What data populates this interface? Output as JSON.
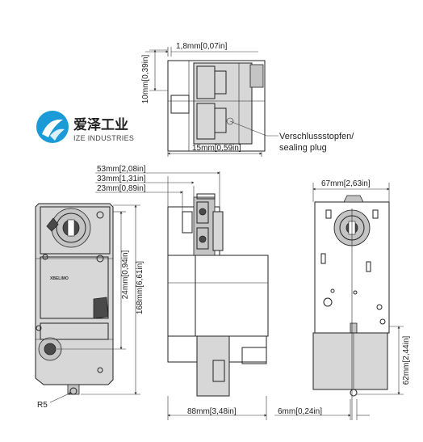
{
  "logo": {
    "cn": "爱泽工业",
    "en": "IZE INDUSTRIES",
    "accent": "#1a9ad6"
  },
  "product": {
    "brand": "XBELIMO"
  },
  "dimensions": {
    "d_10mm": "10mm[0,39in]",
    "d_1_8mm": "1,8mm[0,07in]",
    "d_15mm": "15mm[0,59in]",
    "d_53mm": "53mm[2,08in]",
    "d_33mm": "33mm[1,31in]",
    "d_23mm": "23mm[0,89in]",
    "d_24mm": "24mm[0,94in]",
    "d_168mm": "168mm[6,61in]",
    "d_67mm": "67mm[2,63in]",
    "d_62mm": "62mm[2,44in]",
    "d_88mm": "88mm[3,48in]",
    "d_6mm": "6mm[0,24in]",
    "r5": "R5"
  },
  "callout": {
    "line1": "Verschlussstopfen/",
    "line2": "sealing plug"
  }
}
